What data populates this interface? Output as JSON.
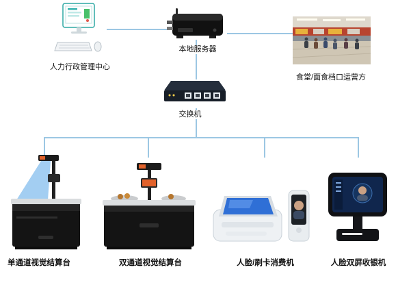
{
  "diagram_title": "canteen-payment-system-architecture",
  "colors": {
    "connector": "#9cc7e3",
    "device_accent_orange": "#e2622b",
    "screen_blue": "#2f6fd6",
    "device_body_black": "#141414"
  },
  "nodes": {
    "hr": {
      "label": "人力行政管理中心"
    },
    "server": {
      "label": "本地服务器"
    },
    "canteen": {
      "label": "食堂/面食档口运营方"
    },
    "switch": {
      "label": "交换机"
    }
  },
  "devices": [
    {
      "label": "单通道视觉结算台"
    },
    {
      "label": "双通道视觉结算台"
    },
    {
      "label": "人脸/刷卡消费机"
    },
    {
      "label": "人脸双屏收银机"
    }
  ]
}
